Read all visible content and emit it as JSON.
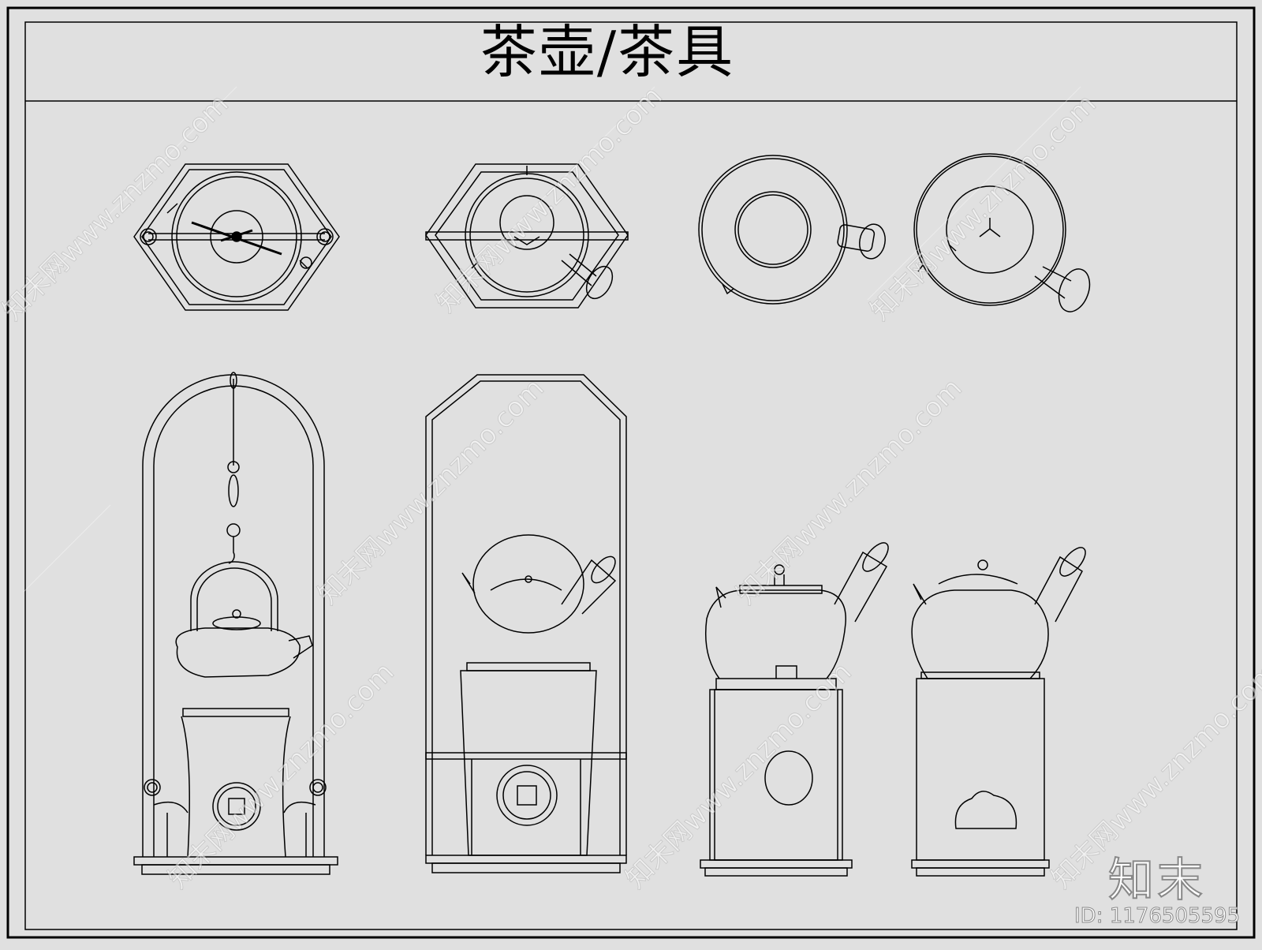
{
  "title": "茶壶/茶具",
  "watermark": {
    "logo": "知末",
    "id": "ID: 1176505595",
    "repeat_text": "知末网www.znzmo.com"
  },
  "colors": {
    "background": "#e0e0e0",
    "line": "#000000",
    "watermark": "#ffffff"
  },
  "drawings": [
    {
      "view": "plan",
      "item": "hexagonal-hanging-stand"
    },
    {
      "view": "plan",
      "item": "hexagonal-stand-with-side-handle-pot"
    },
    {
      "view": "plan",
      "item": "side-handle-teapot-round"
    },
    {
      "view": "plan",
      "item": "side-handle-teapot-round-2"
    },
    {
      "view": "elevation",
      "item": "arched-frame-hanging-kettle-and-brazier"
    },
    {
      "view": "elevation",
      "item": "octagonal-frame-side-handle-pot-and-brazier"
    },
    {
      "view": "elevation",
      "item": "side-handle-pot-on-box-stove"
    },
    {
      "view": "elevation",
      "item": "side-handle-pot-on-round-stove"
    }
  ]
}
